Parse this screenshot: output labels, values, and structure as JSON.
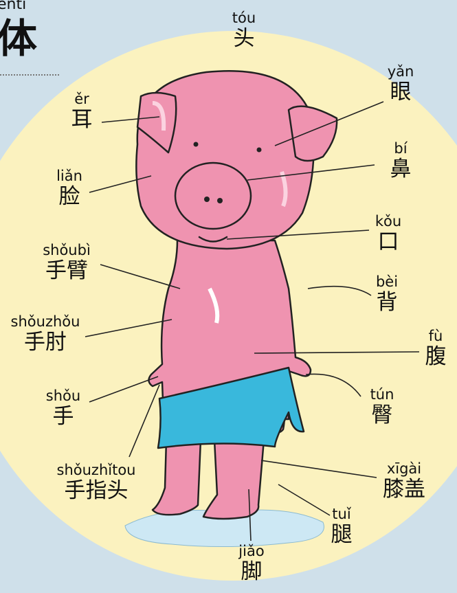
{
  "title": {
    "pinyin": "shēntǐ",
    "hanzi": "身体",
    "visible_pinyin": "enti",
    "visible_hanzi": "体"
  },
  "labels": {
    "tou": {
      "pinyin": "tóu",
      "hanzi": "头"
    },
    "yan": {
      "pinyin": "yǎn",
      "hanzi": "眼"
    },
    "er": {
      "pinyin": "ěr",
      "hanzi": "耳"
    },
    "bi": {
      "pinyin": "bí",
      "hanzi": "鼻"
    },
    "lian": {
      "pinyin": "liǎn",
      "hanzi": "脸"
    },
    "kou": {
      "pinyin": "kǒu",
      "hanzi": "口"
    },
    "shoubi": {
      "pinyin": "shǒubì",
      "hanzi": "手臂"
    },
    "bei": {
      "pinyin": "bèi",
      "hanzi": "背"
    },
    "shouzhou": {
      "pinyin": "shǒuzhǒu",
      "hanzi": "手肘"
    },
    "fu": {
      "pinyin": "fù",
      "hanzi": "腹"
    },
    "shou": {
      "pinyin": "shǒu",
      "hanzi": "手"
    },
    "tun": {
      "pinyin": "tún",
      "hanzi": "臀"
    },
    "shouzhitou": {
      "pinyin": "shǒuzhǐtou",
      "hanzi": "手指头"
    },
    "xigai": {
      "pinyin": "xīgài",
      "hanzi": "膝盖"
    },
    "tui": {
      "pinyin": "tuǐ",
      "hanzi": "腿"
    },
    "jiao": {
      "pinyin": "jiǎo",
      "hanzi": "脚"
    }
  },
  "colors": {
    "background": "#cfe0ea",
    "circle": "#fbf2bf",
    "pig": "#ef93b0",
    "towel": "#39b8dc",
    "water": "#cde8f4",
    "ink": "#222222"
  }
}
